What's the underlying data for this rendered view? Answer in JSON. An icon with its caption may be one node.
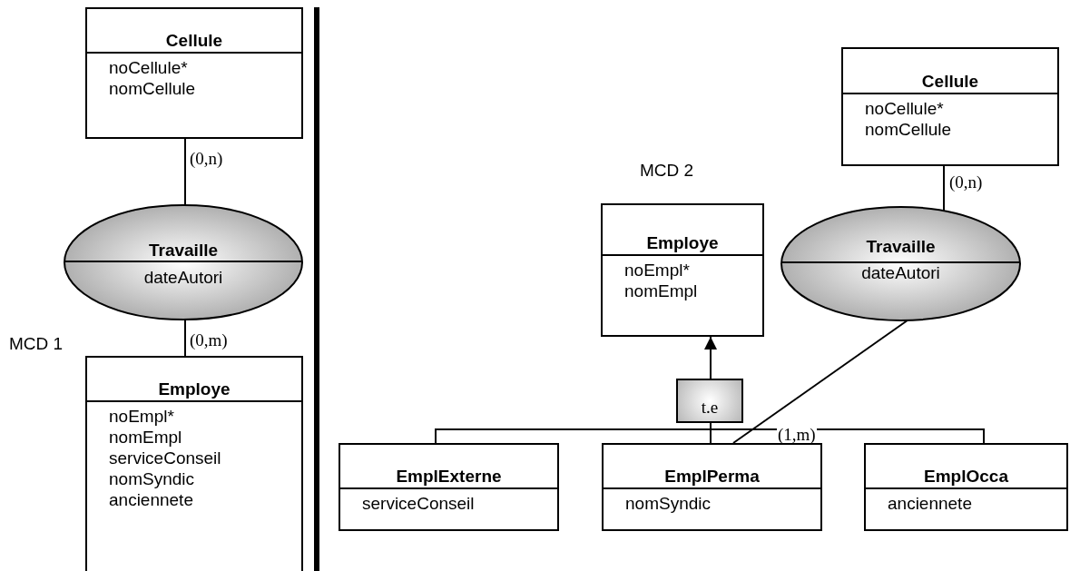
{
  "diagram": {
    "nodes": [
      {
        "text": [
          "Cellule",
          "noCellule*",
          "nomCellule"
        ]
      },
      {
        "text": [
          "Travaille",
          "dateAutori"
        ]
      },
      {
        "text": [
          "Employe",
          "noEmpl*",
          "nomEmpl",
          "serviceConseil",
          "nomSyndic",
          "anciennete"
        ]
      },
      {
        "text": [
          "Cellule",
          "noCellule*",
          "nomCellule"
        ]
      },
      {
        "text": [
          "Employe",
          "noEmpl*",
          "nomEmpl"
        ]
      },
      {
        "text": [
          "Travaille",
          "dateAutori"
        ]
      },
      {
        "text": [
          "t.e"
        ]
      },
      {
        "text": [
          "EmplExterne",
          "serviceConseil"
        ]
      },
      {
        "text": [
          "EmplPerma",
          "nomSyndic"
        ]
      },
      {
        "text": [
          "EmplOcca",
          "anciennete"
        ]
      }
    ],
    "edges": [
      {
        "from": 0,
        "to": 1,
        "arrow": "none",
        "label": "(0,n)"
      },
      {
        "from": 1,
        "to": 2,
        "arrow": "none",
        "label": "(0,m)"
      },
      {
        "from": 3,
        "to": 5,
        "arrow": "none",
        "label": "(0,n)"
      },
      {
        "from": 5,
        "to": 8,
        "arrow": "none",
        "label": "(1,m)"
      },
      {
        "from": 6,
        "to": 4,
        "arrow": "to"
      },
      {
        "from": 7,
        "to": 6,
        "arrow": "none"
      },
      {
        "from": 8,
        "to": 6,
        "arrow": "none"
      },
      {
        "from": 9,
        "to": 6,
        "arrow": "none"
      }
    ],
    "labels": [
      "MCD 1",
      "MCD 2"
    ]
  }
}
